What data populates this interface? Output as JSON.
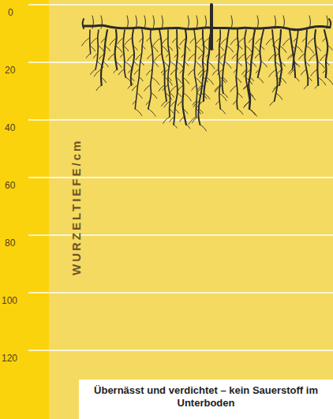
{
  "diagram": {
    "nodes": [
      {
        "text": [
          "Übernässt und verdichtet – kein Sauerstoff im Unterboden"
        ]
      }
    ],
    "labels": [
      "0",
      "20",
      "40",
      "60",
      "80",
      "100",
      "120",
      "WURZELTIEFE/cm"
    ]
  }
}
